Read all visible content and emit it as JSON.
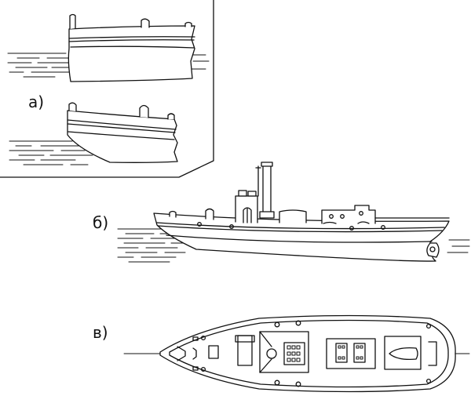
{
  "labels": {
    "a": "а)",
    "b": "б)",
    "v": "в)"
  },
  "colors": {
    "line": "#111111",
    "background": "#ffffff"
  }
}
